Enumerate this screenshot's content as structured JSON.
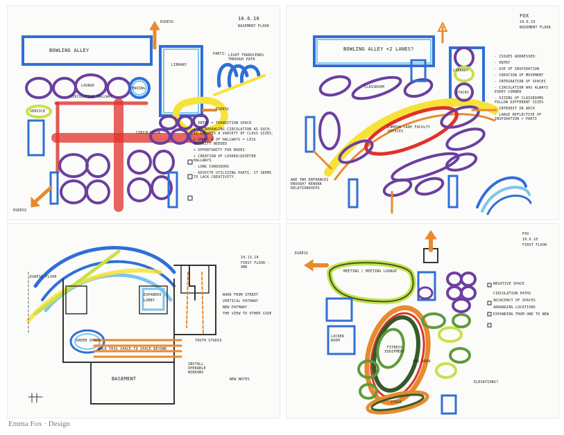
{
  "colors": {
    "purple": "#6b3fa0",
    "blue": "#2f6fd6",
    "lightblue": "#7cc4ef",
    "red": "#e0322b",
    "yellow": "#f7e23a",
    "lime": "#c9e04a",
    "orange": "#e88a2c",
    "green": "#5e9a3c",
    "darkgreen": "#355a2a",
    "ink": "#222222"
  },
  "sheet1": {
    "date": "10.6.10",
    "floor": "BASEMENT FLOOR",
    "egress_top": "EGRESS",
    "egress_bottom": "EGRESS",
    "bowling": "BOWLING ALLEY",
    "library": "LIBRARY",
    "parti_label": "PARTI:",
    "parti_note": "LIGHT TRANSCENDS THROUGH PATH",
    "circulation_hallway": "CIRCULATION HALLWAY",
    "circulation": "CIRCULATION",
    "lounge": "LOUNGE",
    "service": "SERVICE",
    "vending": "VENDING",
    "egress_mid": "EGRESS",
    "notes": [
      "+ ENTRY = TRANSITION SPACE",
      "+ BY ARRANGING CIRCULATION AS SUCH, IT CREATES A VARIETY OF CLASS SIZES.",
      "+ SMALL # OF HALLWAYS = LESS SECURITY NEEDED",
      "+ OPPORTUNITY FOR NODES",
      "+ CREATION OF LOUDER/QUIETER HALLWAYS",
      "- LONG CORRIDORS",
      "- DESPITE UTILIZING PARTI, IT SEEMS TO LACK CREATIVITY."
    ]
  },
  "sheet2": {
    "author": "FOX",
    "date": "10.6.10",
    "floor": "BASEMENT FLOOR",
    "bowling": "BOWLING ALLEY +2 LANES?",
    "library": "LIBRARY",
    "stacks": "STACKS",
    "campus": "CAMPUS CARE FACULTY OFFICES",
    "classroom": "CLASSROOM",
    "bottom_note": "ARE TWO ENTRANCES ENOUGH? REWORK RELATIONSHIPS",
    "issues": [
      "- ISSUES ADDRESSED:",
      "- ENTRY",
      "- USE OF INSPIRATION",
      "- CREATION OF MOVEMENT",
      "- INTEGRATION OF SPACES",
      "- CIRCULATION WAS ALWAYS EVERY CORNER",
      "- SIZING OF CLASSROOMS FOLLOW DIFFERENT SIZES",
      "- INTEREST IN ARCH",
      "- LARGE REFLECTIVE OF INSPIRATION + PARTI"
    ]
  },
  "sheet3": {
    "date": "10.13.10",
    "floor": "FIRST FLOOR - ONE",
    "egress": "EGRESS FLOOR",
    "green_space": "GREEN SPACE",
    "expanded": "EXPANDED",
    "lobby": "LOBBY",
    "youth_studio": "YOUTH STUDIO",
    "basement": "BASEMENT",
    "space_note": "WALK THIS SPACE TO SPACE BEYOND",
    "notes_right": [
      "WORK FROM STREET",
      "VERTICAL PATHWAY",
      "NEW PATHWAY",
      "THE VIEW TO OTHER SIDE"
    ],
    "install": "INSTALL OPERABLE WINDOWS",
    "new_notes": "NEW NOTES"
  },
  "sheet4": {
    "author": "FOX",
    "date": "10.6.10",
    "floor": "FIRST FLOOR",
    "egress": "EGRESS",
    "meeting": "MEETING / MEETING LOUNGE",
    "locker": "LOCKER ROOM",
    "fitness": "FITNESS EQUIPMENT",
    "abs": "ABS AREA",
    "stage": "STAGE",
    "elevations": "ELEVATIONS?",
    "notes": [
      "NEGATIVE SPACE",
      "CIRCULATION PATHS",
      "ADJACENCY OF SPACES",
      "ARRANGING LOCATIONS",
      "EXPANDING FROM ONE TO NEW"
    ]
  },
  "credit": "Emma Fox · Design"
}
